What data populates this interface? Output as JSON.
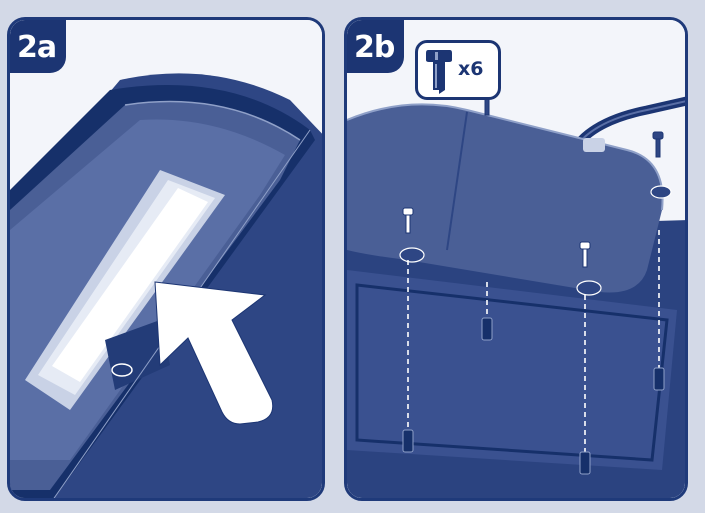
{
  "panels": [
    {
      "step": "2a"
    },
    {
      "step": "2b",
      "quantity": "x6"
    }
  ],
  "icons": {
    "arrow": "push-arrow-icon",
    "screw": "screw-icon"
  },
  "colors": {
    "dark_blue": "#1c3573",
    "mid_blue": "#4a5f96",
    "light_blue": "#c9d2e6",
    "background": "#d3d9e7"
  }
}
